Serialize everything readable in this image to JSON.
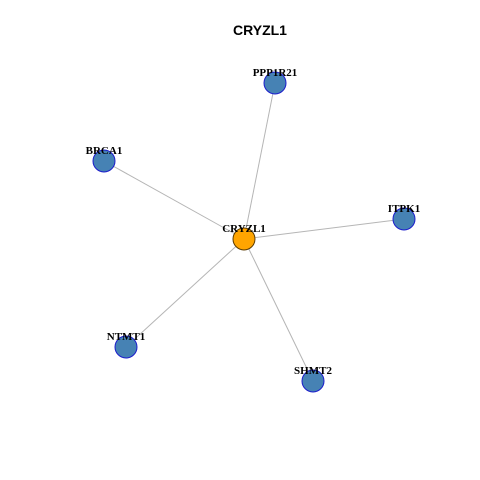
{
  "title": "CRYZL1",
  "colors": {
    "center_fill": "#FFA500",
    "center_stroke": "#5a3a00",
    "neighbor_fill": "#4682B4",
    "neighbor_stroke": "#1c1ccc",
    "edge": "#b5b5b5",
    "background": "#ffffff"
  },
  "nodes": [
    {
      "id": "CRYZL1",
      "label": "CRYZL1",
      "role": "center"
    },
    {
      "id": "PPP1R21",
      "label": "PPP1R21",
      "role": "neighbor"
    },
    {
      "id": "BRCA1",
      "label": "BRCA1",
      "role": "neighbor"
    },
    {
      "id": "ITPK1",
      "label": "ITPK1",
      "role": "neighbor"
    },
    {
      "id": "NTMT1",
      "label": "NTMT1",
      "role": "neighbor"
    },
    {
      "id": "SHMT2",
      "label": "SHMT2",
      "role": "neighbor"
    }
  ],
  "edges": [
    {
      "source": "CRYZL1",
      "target": "PPP1R21"
    },
    {
      "source": "CRYZL1",
      "target": "BRCA1"
    },
    {
      "source": "CRYZL1",
      "target": "ITPK1"
    },
    {
      "source": "CRYZL1",
      "target": "NTMT1"
    },
    {
      "source": "CRYZL1",
      "target": "SHMT2"
    }
  ]
}
